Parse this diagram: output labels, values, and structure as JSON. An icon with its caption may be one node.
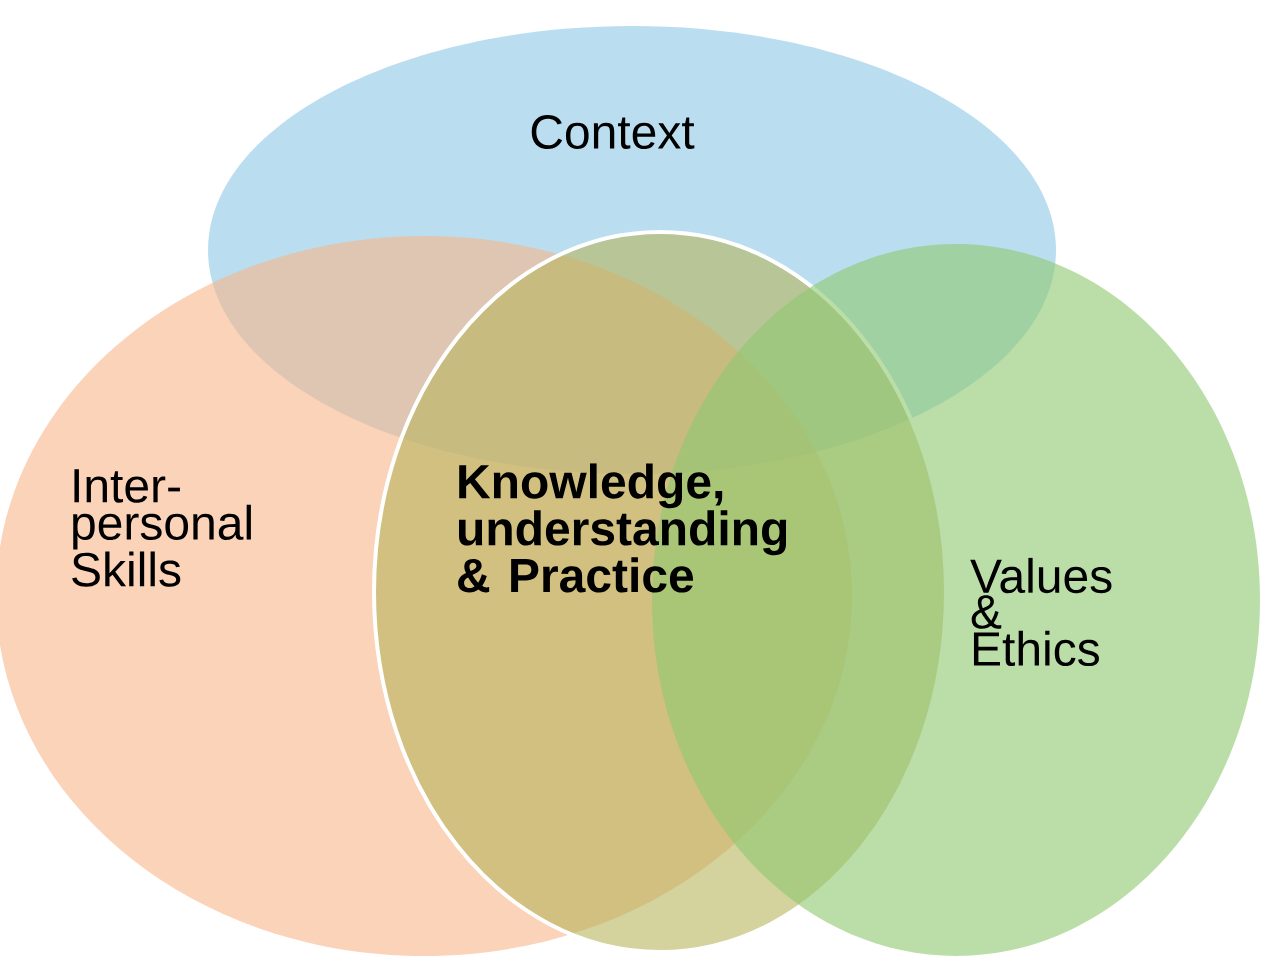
{
  "diagram": {
    "nodes": [
      {
        "text": [
          "Context"
        ]
      },
      {
        "text": [
          "Inter- personal Skills"
        ]
      },
      {
        "text": [
          "Knowledge, understanding & Practice"
        ]
      },
      {
        "text": [
          "Values & Ethics"
        ]
      }
    ]
  }
}
